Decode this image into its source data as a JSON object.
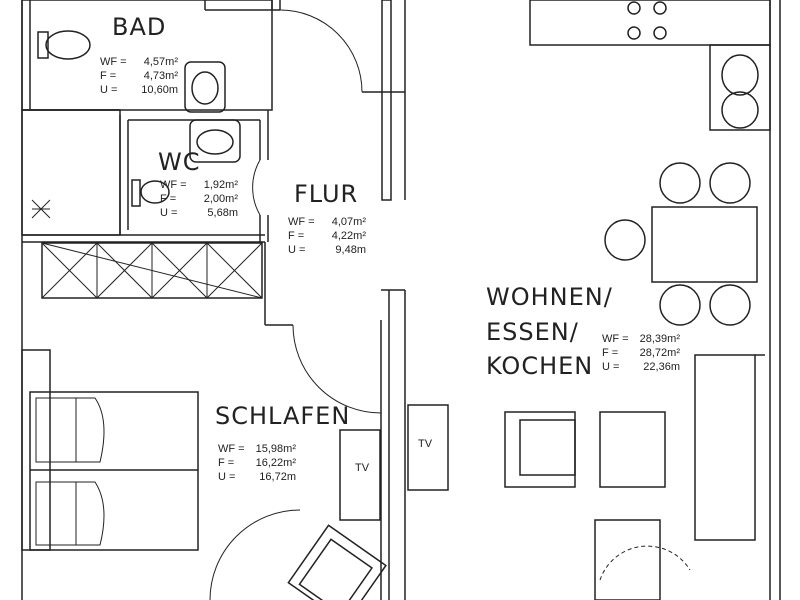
{
  "rooms": {
    "bad": {
      "name": "BAD",
      "wf": "4,57m²",
      "f": "4,73m²",
      "u": "10,60m"
    },
    "wc": {
      "name": "WC",
      "wf": "1,92m²",
      "f": "2,00m²",
      "u": "5,68m"
    },
    "flur": {
      "name": "FLUR",
      "wf": "4,07m²",
      "f": "4,22m²",
      "u": "9,48m"
    },
    "schlafen": {
      "name": "SCHLAFEN",
      "wf": "15,98m²",
      "f": "16,22m²",
      "u": "16,72m"
    },
    "wohnen": {
      "name_line1": "WOHNEN/",
      "name_line2": "ESSEN/",
      "name_line3": "KOCHEN",
      "wf": "28,39m²",
      "f": "28,72m²",
      "u": "22,36m"
    }
  },
  "keys": {
    "wf": "WF =",
    "f": "F =",
    "u": "U ="
  },
  "tv_label": "TV"
}
